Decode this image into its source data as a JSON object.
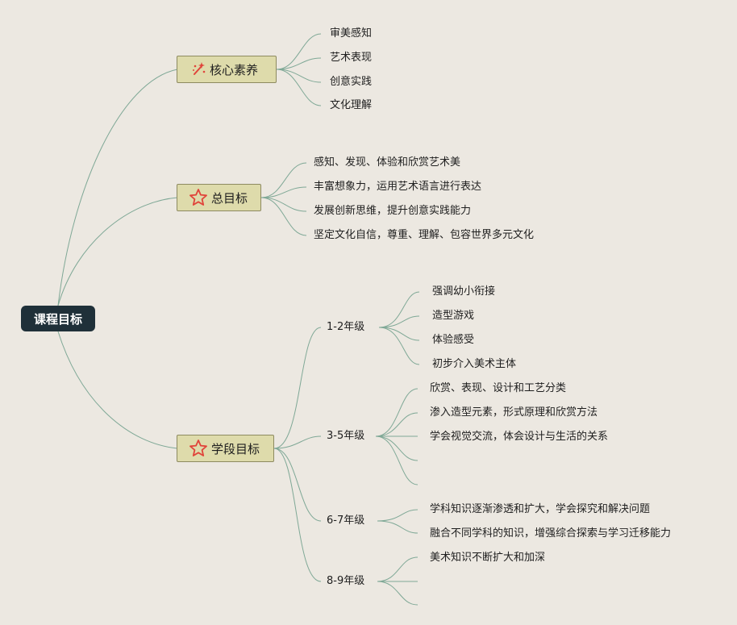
{
  "root": {
    "label": "课程目标"
  },
  "branches": [
    {
      "label": "核心素养",
      "icon": "sparkle-icon",
      "items": [
        "审美感知",
        "艺术表现",
        "创意实践",
        "文化理解"
      ]
    },
    {
      "label": "总目标",
      "icon": "star-icon",
      "items": [
        "感知、发现、体验和欣赏艺术美",
        "丰富想象力，运用艺术语言进行表达",
        "发展创新思维，提升创意实践能力",
        "坚定文化自信，尊重、理解、包容世界多元文化"
      ]
    },
    {
      "label": "学段目标",
      "icon": "star-icon",
      "grades": [
        {
          "label": "1-2年级",
          "items": [
            "强调幼小衔接",
            "造型游戏",
            "体验感受",
            "初步介入美术主体"
          ]
        },
        {
          "label": "3-5年级",
          "items": [
            "欣赏、表现、设计和工艺分类",
            "渗入造型元素，形式原理和欣赏方法",
            "学会视觉交流，体会设计与生活的关系",
            "",
            ""
          ]
        },
        {
          "label": "6-7年级",
          "items": [
            "学科知识逐渐渗透和扩大，学会探究和解决问题",
            "融合不同学科的知识，增强综合探索与学习迁移能力"
          ]
        },
        {
          "label": "8-9年级",
          "items": [
            "美术知识不断扩大和加深",
            "",
            ""
          ]
        }
      ]
    }
  ],
  "colors": {
    "line": "#7fa896",
    "root_bg": "#1f3039",
    "branch_bg": "#dedbab",
    "icon_red": "#e0443a"
  }
}
